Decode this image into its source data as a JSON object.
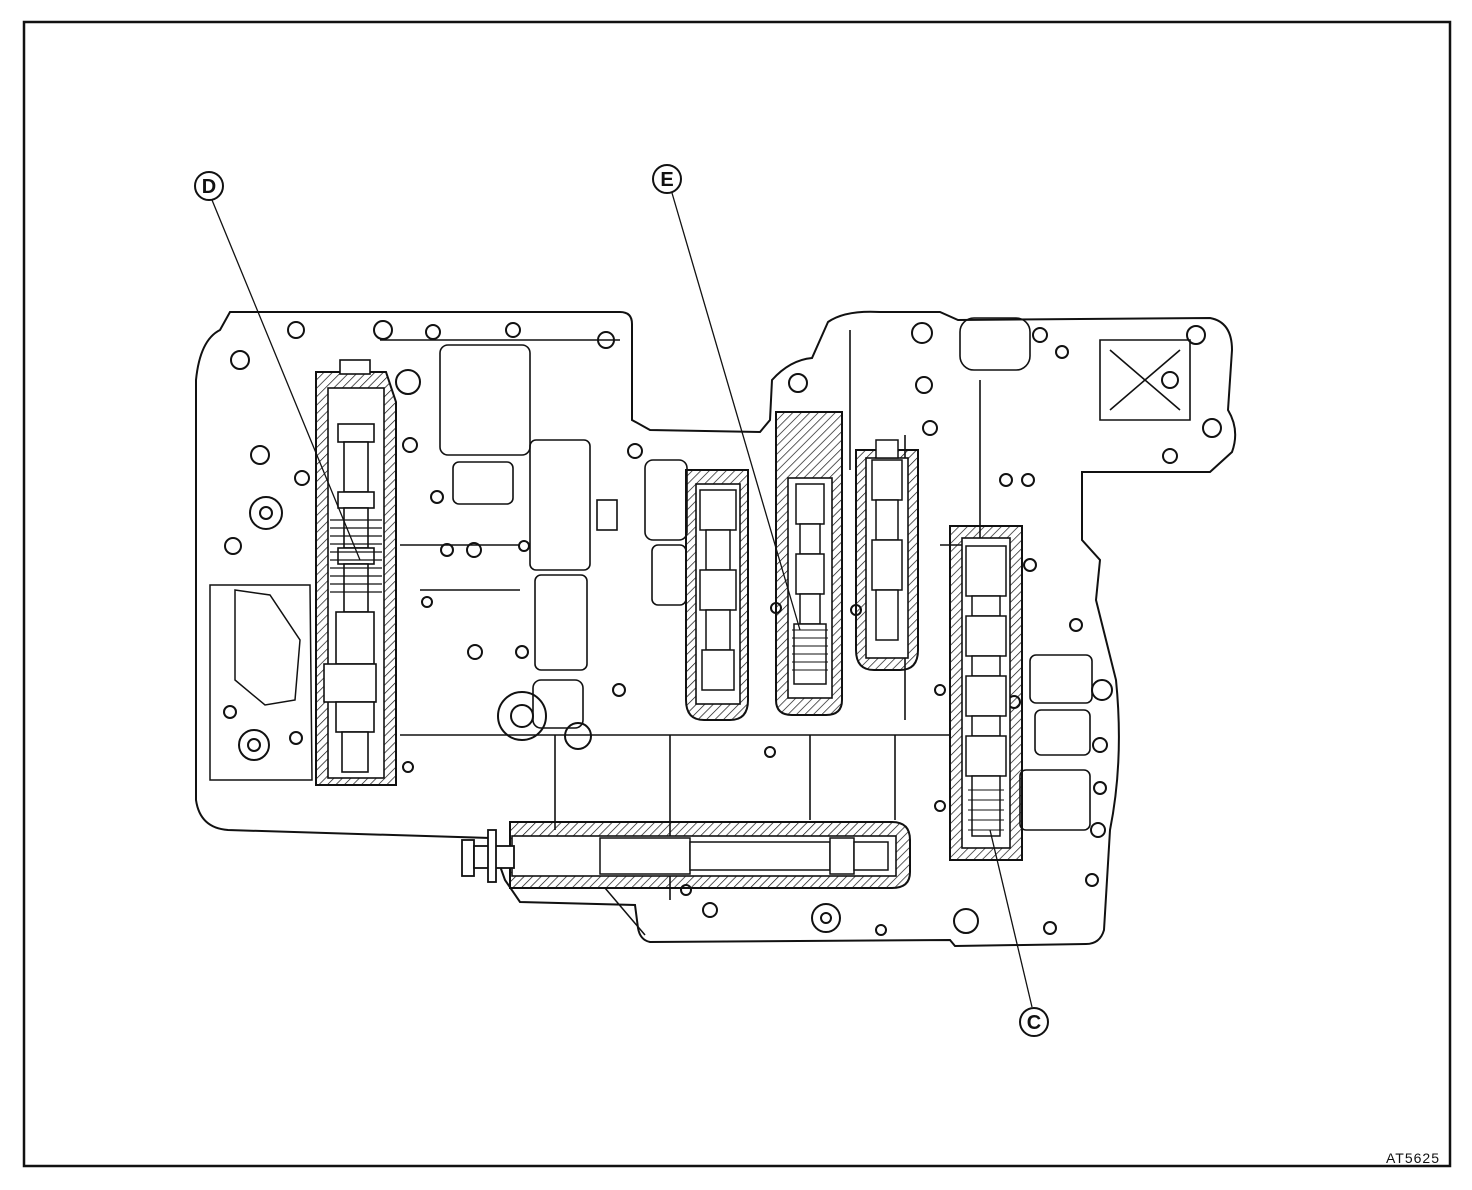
{
  "figure_code": "AT5625",
  "callouts": {
    "d": "D",
    "e": "E",
    "c": "C"
  },
  "colors": {
    "ink": "#111111",
    "paper": "#ffffff"
  }
}
